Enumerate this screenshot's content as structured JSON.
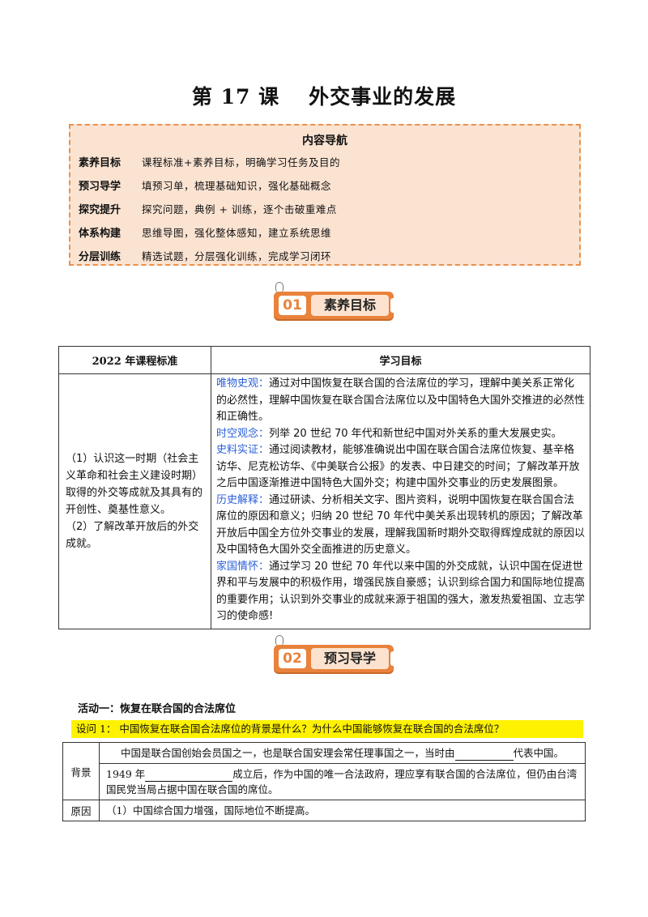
{
  "title": {
    "lesson": "第 17 课",
    "topic": "外交事业的发展"
  },
  "nav": {
    "title": "内容导航",
    "rows": [
      {
        "key": "素养目标",
        "value": "课程标准+素养目标，明确学习任务及目的"
      },
      {
        "key": "预习导学",
        "value": "填预习单，梳理基础知识，强化基础概念"
      },
      {
        "key": "探究提升",
        "value": "探究问题，典例 + 训练，逐个击破重难点"
      },
      {
        "key": "体系构建",
        "value": "思维导图，强化整体感知，建立系统思维"
      },
      {
        "key": "分层训练",
        "value": "精选试题，分层强化训练，完成学习闭环"
      }
    ]
  },
  "section1": {
    "num": "01",
    "label": "素养目标"
  },
  "goals": {
    "header_standard": "2022 年课程标准",
    "header_objective": "学习目标",
    "standard_1": "（1）认识这一时期（社会主义革命和社会主义建设时期）取得的外交等成就及其具有的开创性、奠基性意义。",
    "standard_2": "（2）了解改革开放后的外交成就。",
    "objectives": [
      {
        "tag": "唯物史观：",
        "text": "通过对中国恢复在联合国的合法席位的学习，理解中美关系正常化的必然性，理解中国恢复在联合国合法席位以及中国特色大国外交推进的必然性和正确性。"
      },
      {
        "tag": "时空观念：",
        "text": "列举 20 世纪 70 年代和新世纪中国对外关系的重大发展史实。"
      },
      {
        "tag": "史料实证：",
        "text": "通过阅读教材，能够准确说出中国在联合国合法席位恢复、基辛格访华、尼克松访华、《中美联合公报》的发表、中日建交的时间；了解改革开放之后中国逐渐推进中国特色大国外交；构建中国外交事业的历史发展图景。"
      },
      {
        "tag": "历史解释：",
        "text": "通过研读、分析相关文字、图片资料，说明中国恢复在联合国合法席位的原因和意义；归纳 20 世纪 70 年代中美关系出现转机的原因；了解改革开放后中国全方位外交事业的发展，理解我国新时期外交取得辉煌成就的原因以及中国特色大国外交全面推进的历史意义。"
      },
      {
        "tag": "家国情怀：",
        "text": "通过学习 20 世纪 70 年代以来中国的外交成就，认识中国在促进世界和平与发展中的积极作用，增强民族自豪感；认识到综合国力和国际地位提高的重要作用；认识到外交事业的成就来源于祖国的强大，激发热爱祖国、立志学习的使命感!"
      }
    ]
  },
  "section2": {
    "num": "02",
    "label": "预习导学"
  },
  "activity": {
    "title": "活动一：恢复在联合国的合法席位",
    "question": "设问 1：  中国恢复在联合国合法席位的背景是什么？为什么中国能够恢复在联合国的合法席位？",
    "rows": {
      "background_label": "背景",
      "bg1_pre": "中国是联合国创始会员国之一，也是联合国安理会常任理事国之一，当时由",
      "bg1_post": "代表中国。",
      "bg2_pre": "1949 年",
      "bg2_post": "成立后，作为中国的唯一合法政府，理应享有联合国的合法席位，但仍由台湾国民党当局占据中国在联合国的席位。",
      "reason_label": "原因",
      "reason1": "（1）中国综合国力增强，国际地位不断提高。"
    }
  },
  "colors": {
    "accent": "#e9823b",
    "nav_bg": "#fbe3d2",
    "tag_blue": "#2a5fd8",
    "highlight": "#fff200"
  }
}
